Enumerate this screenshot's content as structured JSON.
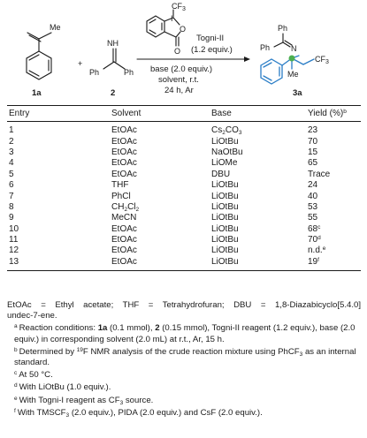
{
  "scheme": {
    "reactant_1": {
      "label": "1a",
      "substituent": "Me"
    },
    "plus": "+",
    "reactant_2": {
      "label": "2",
      "imine": "NH",
      "ph_left": "Ph",
      "ph_right": "Ph"
    },
    "reagent": {
      "cf3": "CF",
      "cf3_sub": "3",
      "ring_i": "I",
      "ring_o": "O",
      "carbonyl_o": "O",
      "name": "Togni-II",
      "amount": "(1.2 equiv.)"
    },
    "conditions": [
      "base (2.0 equiv.)",
      "solvent, r.t.",
      "24 h, Ar"
    ],
    "product": {
      "label": "3a",
      "ph_top": "Ph",
      "ph_left": "Ph",
      "n": "N",
      "me": "Me",
      "cf3": "CF",
      "cf3_sub": "3"
    }
  },
  "table": {
    "headers": {
      "entry": "Entry",
      "solvent": "Solvent",
      "base": "Base",
      "yield": "Yield (%)",
      "yield_note": "b"
    },
    "rows": [
      {
        "entry": "1",
        "solvent": "EtOAc",
        "base": "Cs",
        "base_sub": "2",
        "base_tail": "CO",
        "base_sub2": "3",
        "yield": "23",
        "note": ""
      },
      {
        "entry": "2",
        "solvent": "EtOAc",
        "base": "LiOtBu",
        "yield": "70",
        "note": ""
      },
      {
        "entry": "3",
        "solvent": "EtOAc",
        "base": "NaOtBu",
        "yield": "15",
        "note": ""
      },
      {
        "entry": "4",
        "solvent": "EtOAc",
        "base": "LiOMe",
        "yield": "65",
        "note": ""
      },
      {
        "entry": "5",
        "solvent": "EtOAc",
        "base": "DBU",
        "yield": "Trace",
        "note": ""
      },
      {
        "entry": "6",
        "solvent": "THF",
        "base": "LiOtBu",
        "yield": "24",
        "note": ""
      },
      {
        "entry": "7",
        "solvent": "PhCl",
        "base": "LiOtBu",
        "yield": "40",
        "note": ""
      },
      {
        "entry": "8",
        "solvent": "CH",
        "solvent_sub": "2",
        "solvent_tail": "Cl",
        "solvent_sub2": "2",
        "base": "LiOtBu",
        "yield": "53",
        "note": ""
      },
      {
        "entry": "9",
        "solvent": "MeCN",
        "base": "LiOtBu",
        "yield": "55",
        "note": ""
      },
      {
        "entry": "10",
        "solvent": "EtOAc",
        "base": "LiOtBu",
        "yield": "68",
        "note": "c"
      },
      {
        "entry": "11",
        "solvent": "EtOAc",
        "base": "LiOtBu",
        "yield": "70",
        "note": "d"
      },
      {
        "entry": "12",
        "solvent": "EtOAc",
        "base": "LiOtBu",
        "yield": "n.d.",
        "note": "e"
      },
      {
        "entry": "13",
        "solvent": "EtOAc",
        "base": "LiOtBu",
        "yield": "19",
        "note": "f"
      }
    ]
  },
  "footnotes": {
    "abbr_1": "EtOAc = Ethyl acetate; THF = Tetrahydrofuran; DBU = 1,8-Diazabicyclo[5.4.0]",
    "abbr_2": "undec-7-ene.",
    "a_mark": "a",
    "a_1": "Reaction conditions: ",
    "a_1a": "1a",
    "a_2": " (0.1 mmol), ",
    "a_2b": "2",
    "a_3": " (0.15 mmol), Togni-II reagent (1.2 equiv.), base (2.0 equiv.) in corresponding solvent (2.0 mL) at r.t., Ar, 15 h.",
    "b_mark": "b",
    "b_1": "Determined by ",
    "b_sup": "19",
    "b_2": "F NMR analysis of the crude reaction mixture using PhCF",
    "b_sub": "3",
    "b_3": " as an internal standard.",
    "c_mark": "c",
    "c_text": "At 50 °C.",
    "d_mark": "d",
    "d_text": "With LiOtBu (1.0 equiv.).",
    "e_mark": "e",
    "e_1": "With Togni-I reagent as CF",
    "e_sub": "3",
    "e_2": " source.",
    "f_mark": "f",
    "f_1": "With TMSCF",
    "f_sub": "3",
    "f_2": " (2.0 equiv.), PIDA (2.0 equiv.) and CsF (2.0 equiv.)."
  }
}
